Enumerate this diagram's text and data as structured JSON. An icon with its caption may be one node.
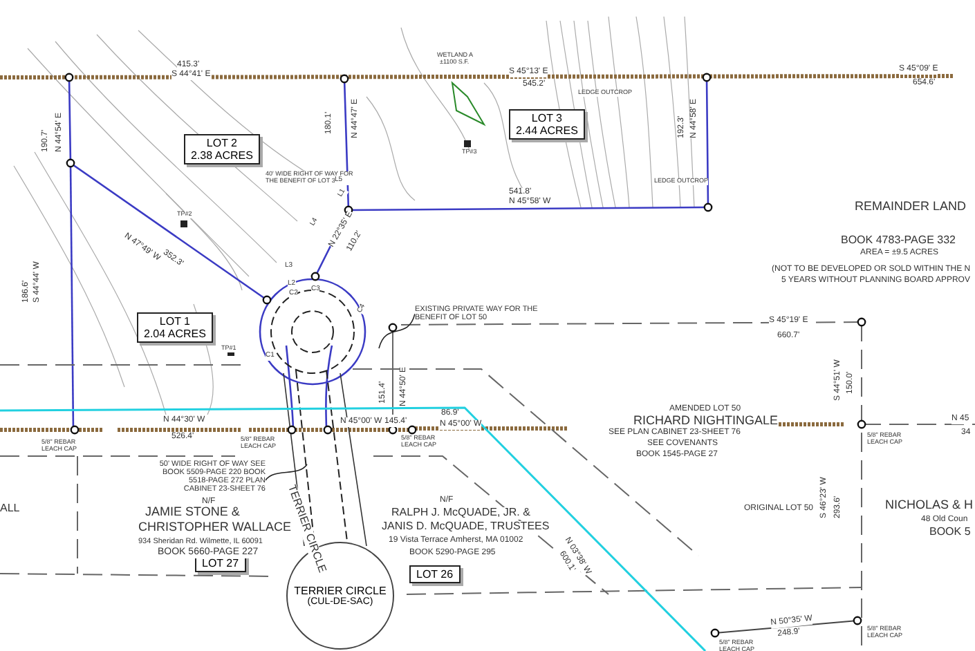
{
  "diagram": {
    "nodes": [
      {
        "text": [
          "LOT 2",
          "2.38 ACRES"
        ]
      },
      {
        "text": [
          "LOT 3",
          "2.44 ACRES"
        ]
      },
      {
        "text": [
          "LOT 1",
          "2.04 ACRES"
        ]
      },
      {
        "text": [
          "LOT 27"
        ]
      },
      {
        "text": [
          "LOT 26"
        ]
      },
      {
        "text": [
          "TERRIER CIRCLE",
          "(CUL-DE-SAC)"
        ]
      },
      {
        "text": [
          "50' WIDE RIGHT OF WAY SEE BOOK 5509-PAGE 220 BOOK 5518-PAGE 272 PLAN CABINET 23-SHEET 76"
        ]
      },
      {
        "text": [
          "EXISTING PRIVATE WAY FOR THE BENEFIT OF LOT 50"
        ]
      }
    ],
    "edges": [
      {
        "from": 6,
        "to": null,
        "arrow": "none"
      },
      {
        "from": 7,
        "to": null,
        "arrow": "none"
      }
    ],
    "labels": [
      "415.3'",
      "S 44°41' E",
      "WETLAND A",
      "±1100 S.F.",
      "S 45°13' E",
      "545.2'",
      "S 45°09' E",
      "654.6'",
      "190.7'",
      "N 44°54' E",
      "180.1'",
      "N 44°47' E",
      "40' WIDE RIGHT OF WAY FOR THE BENEFIT OF LOT 3",
      "L5",
      "L1",
      "L4",
      "L3",
      "L2",
      "TP#2",
      "LEDGE OUTCROP",
      "TP#3",
      "192.3'",
      "N 44°58' E",
      "LEDGE OUTCROP",
      "541.8'",
      "N 45°58' W",
      "REMAINDER LAND",
      "BOOK 4783-PAGE 332",
      "AREA = ±9.5 ACRES",
      "(NOT TO BE DEVELOPED OR SOLD WITHIN THE N",
      "5 YEARS WITHOUT PLANNING BOARD APPROV",
      "N 47°49' W",
      "352.3'",
      "N 22°35' E",
      "110.2'",
      "C1",
      "C2",
      "C3",
      "C4",
      "186.6'",
      "S 44°44' W",
      "TP#1",
      "S 45°19' E",
      "660.7'",
      "151.4'",
      "N 44°50' E",
      "ALL",
      "N 44°30' W",
      "526.4'",
      "5/8\" REBAR LEACH CAP",
      "5/8\" REBAR LEACH CAP",
      "N 45°00' W",
      "145.4'",
      "86.9'",
      "N 45°00' W",
      "5/8\" REBAR LEACH CAP",
      "AMENDED LOT 50",
      "RICHARD NIGHTINGALE",
      "SEE PLAN CABINET 23-SHEET 76",
      "SEE COVENANTS",
      "BOOK 1545-PAGE 27",
      "S 44°51' W",
      "150.0'",
      "5/8\" REBAR LEACH CAP",
      "N 45",
      "34",
      "TERRIER CIRCLE",
      "N/F",
      "JAMIE STONE &",
      "CHRISTOPHER WALLACE",
      "934 Sheridan Rd. Wilmette, IL 60091",
      "BOOK 5660-PAGE 227",
      "N/F",
      "RALPH J. McQUADE, JR. &",
      "JANIS D. McQUADE, TRUSTEES",
      "19 Vista Terrace Amherst, MA 01002",
      "BOOK 5290-PAGE 295",
      "ORIGINAL LOT 50",
      "S 46°23' W",
      "293.6'",
      "NICHOLAS & H",
      "48 Old Coun",
      "BOOK 5",
      "N 03°38' W",
      "600.1'",
      "N 50°35' W",
      "248.9'",
      "5/8\" REBAR LEACH CAP",
      "5/8\" REBAR LEACH CAP"
    ]
  }
}
